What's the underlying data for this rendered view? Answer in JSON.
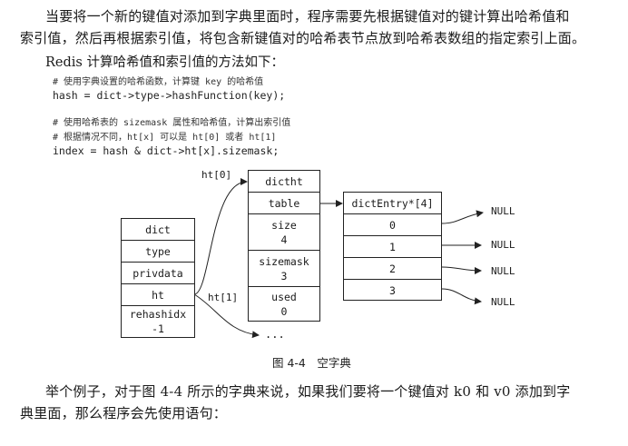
{
  "intro": {
    "line1": "当要将一个新的键值对添加到字典里面时，程序需要先根据键值对的键计算出哈希值和",
    "line2": "索引值，然后再根据索引值，将包含新键值对的哈希表节点放到哈希表数组的指定索引上面。"
  },
  "heading": "Redis 计算哈希值和索引值的方法如下：",
  "code": {
    "comment1": "# 使用字典设置的哈希函数，计算键 key 的哈希值",
    "line1": "hash = dict->type->hashFunction(key);",
    "comment2": "# 使用哈希表的 sizemask 属性和哈希值，计算出索引值",
    "comment3": "# 根据情况不同，ht[x] 可以是 ht[0] 或者 ht[1]",
    "line2": "index = hash & dict->ht[x].sizemask;"
  },
  "diagram": {
    "dict_cells": [
      "dict",
      "type",
      "privdata",
      "ht",
      "rehashidx\n-1"
    ],
    "dictht_cells": [
      "dictht",
      "table",
      "size\n4",
      "sizemask\n3",
      "used\n0"
    ],
    "entry_header": "dictEntry*[4]",
    "entry_cells": [
      "0",
      "1",
      "2",
      "3"
    ],
    "null_label": "NULL",
    "ht0_label": "ht[0]",
    "ht1_label": "ht[1]",
    "ellipsis": "..."
  },
  "caption": "图 4-4　空字典",
  "outro": {
    "line1": "举个例子，对于图 4-4 所示的字典来说，如果我们要将一个键值对 k0 和 v0 添加到字",
    "line2": "典里面，那么程序会先使用语句："
  }
}
